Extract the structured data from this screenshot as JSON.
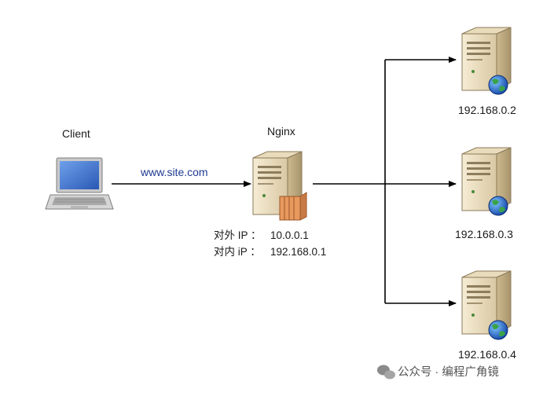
{
  "client": {
    "label": "Client"
  },
  "link": {
    "label": "www.site.com"
  },
  "nginx": {
    "label": "Nginx",
    "external_ip_label": "对外 IP ：",
    "external_ip": "10.0.0.1",
    "internal_ip_label": "对内 iP ：",
    "internal_ip": "192.168.0.1"
  },
  "servers": [
    {
      "ip": "192.168.0.2"
    },
    {
      "ip": "192.168.0.3"
    },
    {
      "ip": "192.168.0.4"
    }
  ],
  "watermark": {
    "text": "公众号 · 编程广角镜"
  },
  "colors": {
    "line": "#000000",
    "server_body": "#efe2c6",
    "laptop_screen": "#3f6ec9",
    "link_text": "#1f3a93"
  }
}
